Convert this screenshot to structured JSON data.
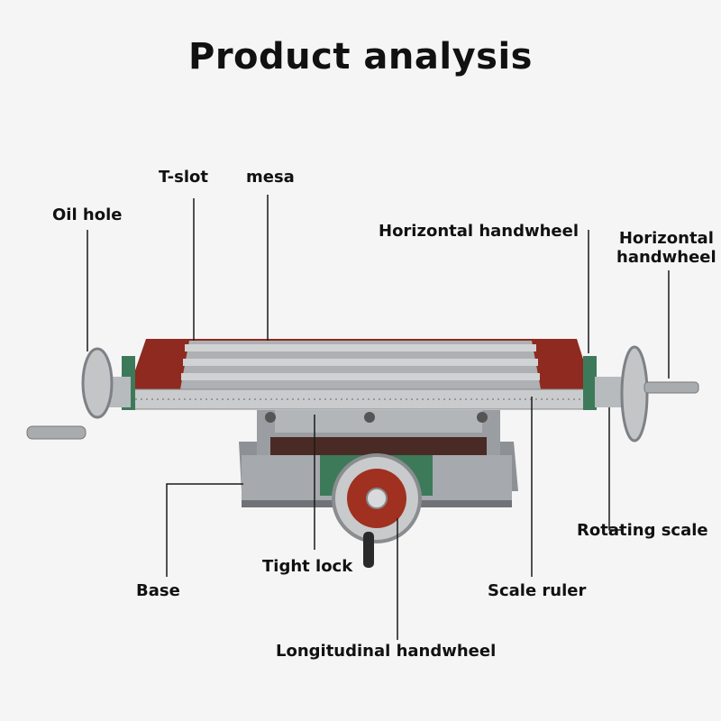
{
  "title": "Product analysis",
  "labels": {
    "oil_hole": "Oil hole",
    "t_slot": "T-slot",
    "mesa": "mesa",
    "horizontal_handwheel_1": "Horizontal handwheel",
    "horizontal_handwheel_2": "Horizontal\nhandwheel",
    "rotating_scale": "Rotating scale",
    "scale_ruler": "Scale ruler",
    "tight_lock": "Tight lock",
    "base": "Base",
    "longitudinal_handwheel": "Longitudinal handwheel"
  },
  "colors": {
    "steel": "#b9bcbf",
    "steel_dark": "#7d8185",
    "slot_red": "#8e2a20",
    "green_plate": "#3d7a5a",
    "hub_red": "#a0301f"
  }
}
